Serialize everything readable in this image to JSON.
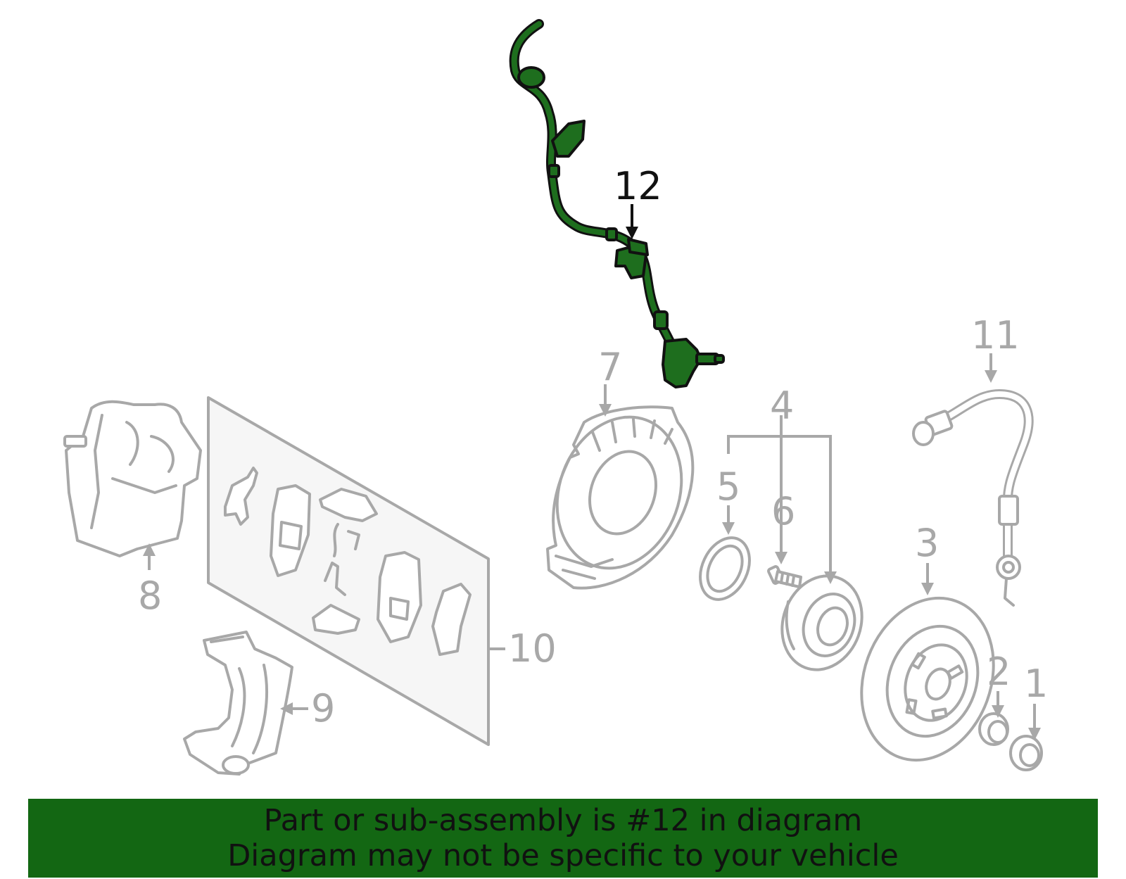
{
  "colors": {
    "highlight_part": "#1e6e1e",
    "banner_bg": "#136713",
    "line_gray": "#a8a8a8",
    "text_dark": "#111111"
  },
  "callouts": {
    "c1": "1",
    "c2": "2",
    "c3": "3",
    "c4": "4",
    "c5": "5",
    "c6": "6",
    "c7": "7",
    "c8": "8",
    "c9": "9",
    "c10": "10",
    "c11": "11",
    "c12": "12"
  },
  "highlighted_callout": "12",
  "banner": {
    "line1": "Part or sub-assembly is #12 in diagram",
    "line2": "Diagram may not be specific to your vehicle"
  }
}
